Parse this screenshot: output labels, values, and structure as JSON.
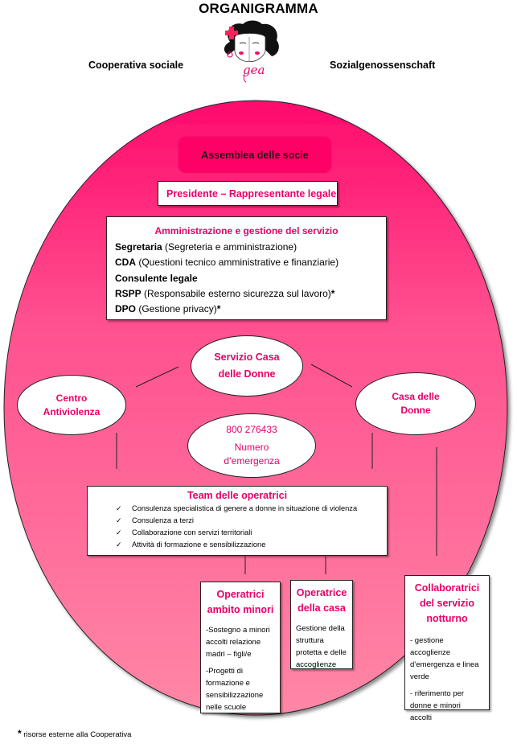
{
  "header": {
    "title": "ORGANIGRAMMA",
    "subtitle_left": "Cooperativa sociale",
    "subtitle_right": "Sozialgenossenschaft",
    "logo_text": "gea"
  },
  "colors": {
    "accent": "#e8006a",
    "assemblea_fill": "#ff0066",
    "ellipse_top": "#ff0a6c",
    "ellipse_bottom": "#ff85a5"
  },
  "assemblea": {
    "label": "Assemblea delle socie"
  },
  "presidente": {
    "label": "Presidente – Rappresentante legale"
  },
  "administration": {
    "title": "Amministrazione e gestione del servizio",
    "items": [
      {
        "bold": "Segretaria",
        "text": " (Segreteria e amministrazione)"
      },
      {
        "bold": "CDA",
        "text": " (Questioni tecnico amministrative e finanziarie)"
      },
      {
        "bold": "Consulente legale",
        "text": ""
      },
      {
        "bold": "RSPP",
        "text": " (Responsabile esterno sicurezza sul lavoro)",
        "mark": "*"
      },
      {
        "bold": "DPO",
        "text": " (Gestione privacy)",
        "mark": "*"
      }
    ]
  },
  "services": {
    "servizio_casa": {
      "line1": "Servizio Casa",
      "line2": "delle Donne"
    },
    "centro": {
      "line1": "Centro",
      "line2": "Antiviolenza"
    },
    "casa_donne": {
      "line1": "Casa delle",
      "line2": "Donne"
    },
    "numero": {
      "number": "800 276433",
      "line1": "Numero",
      "line2": "d’emergenza"
    }
  },
  "team": {
    "title": "Team delle operatrici",
    "check_icon": "✓",
    "items": [
      "Consulenza specialistica di genere a donne in situazione di violenza",
      "Consulenza a terzi",
      "Collaborazione con servizi territoriali",
      "Attività di formazione e sensibilizzazione"
    ]
  },
  "roles": {
    "minori": {
      "title": "Operatrici ambito minori",
      "items": [
        "-Sostegno a minori accolti relazione madri – figli/e",
        "-Progetti di formazione e sensibilizzazione nelle scuole"
      ]
    },
    "casa": {
      "title": "Operatrice della casa",
      "items": [
        "Gestione della struttura protetta e delle accoglienze"
      ]
    },
    "notturno": {
      "title": "Collaboratrici del servizio notturno",
      "items": [
        "- gestione accoglienze d’emergenza e linea verde",
        "- riferimento per donne e minori accolti"
      ]
    }
  },
  "footnote": {
    "mark": "*",
    "text": " risorse esterne alla Cooperativa"
  }
}
